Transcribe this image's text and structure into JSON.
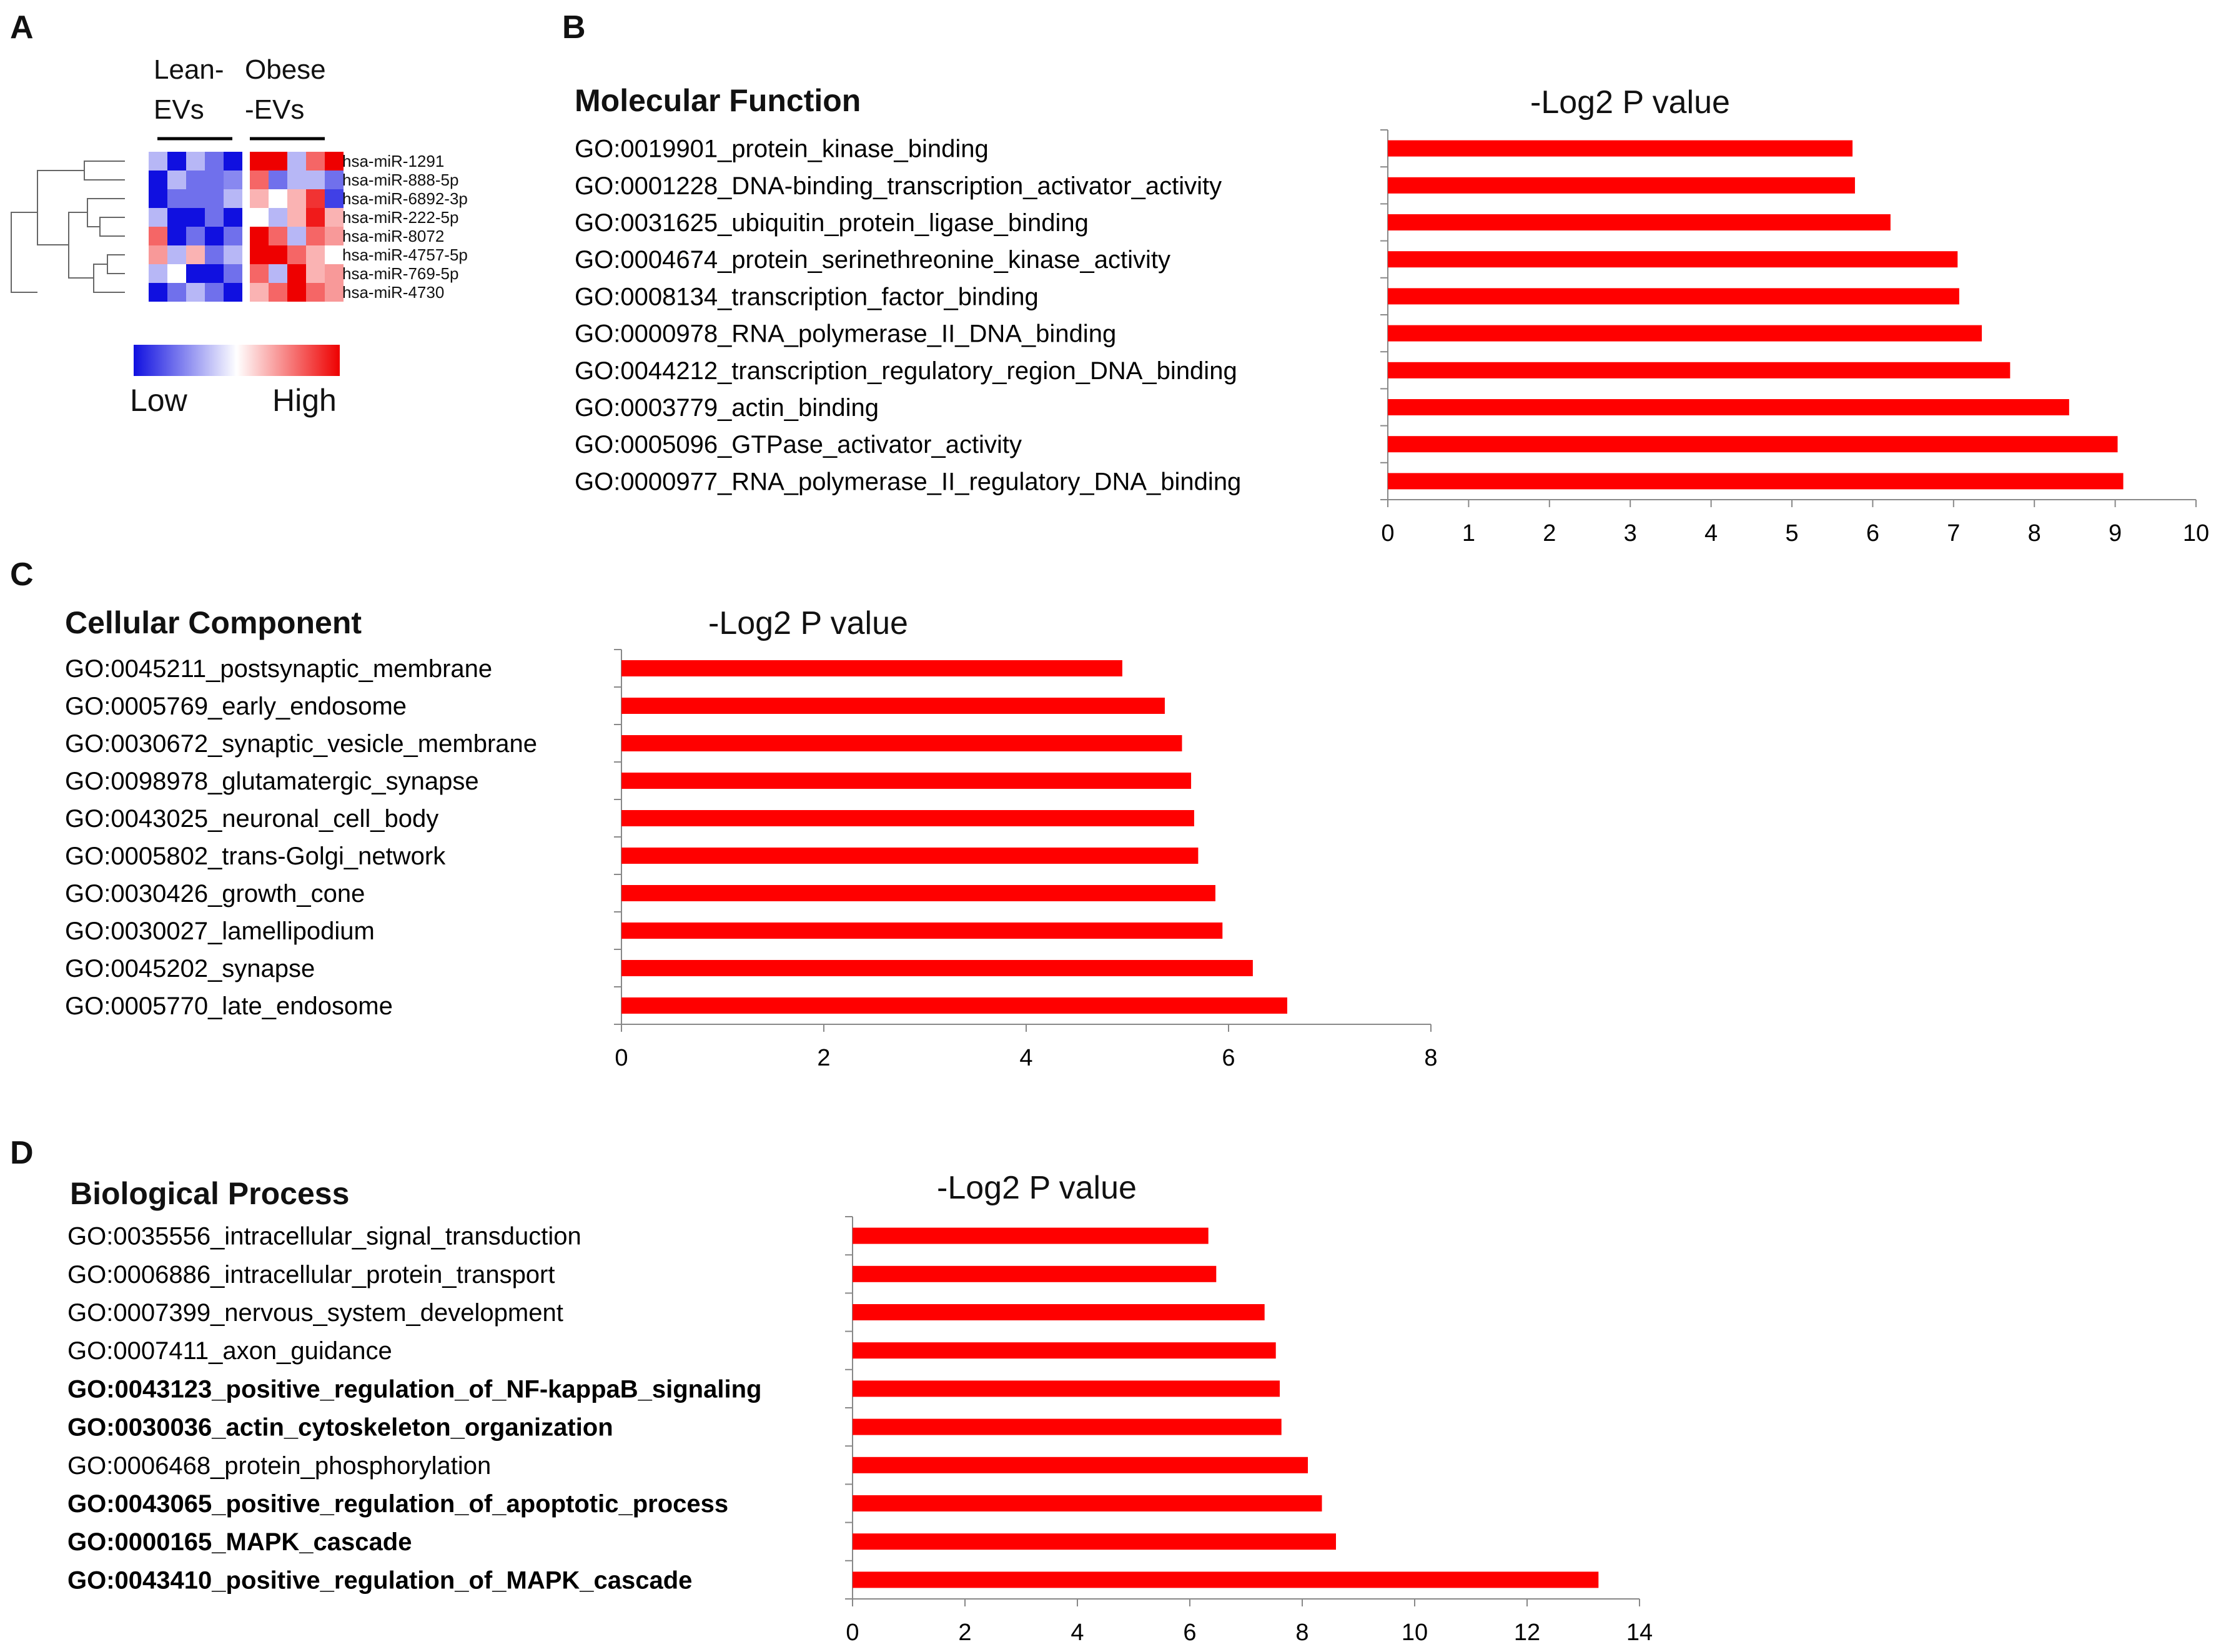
{
  "panels": {
    "A": {
      "letter": "A",
      "group_labels": [
        "Lean-\nEVs",
        "Obese\n-EVs"
      ],
      "mirnas": [
        "hsa-miR-1291",
        "hsa-miR-888-5p",
        "hsa-miR-6892-3p",
        "hsa-miR-222-5p",
        "hsa-miR-8072",
        "hsa-miR-4757-5p",
        "hsa-miR-769-5p",
        "hsa-miR-4730"
      ],
      "scale_low": "Low",
      "scale_high": "High",
      "colors": {
        "low": "#1010e0",
        "mid": "#ffffff",
        "high": "#ee0000"
      },
      "heatmap_levels": [
        [
          -0.3,
          -1,
          -0.3,
          -0.6,
          -1,
          1,
          1,
          -0.3,
          0.6,
          1
        ],
        [
          -1,
          -0.3,
          -0.6,
          -0.6,
          -0.5,
          0.6,
          -0.6,
          -0.3,
          -0.3,
          -0.6
        ],
        [
          -1,
          -0.6,
          -0.6,
          -0.6,
          -0.3,
          0.3,
          0,
          0.3,
          0.8,
          -0.8
        ],
        [
          -0.3,
          -1,
          -1,
          -0.6,
          -1,
          0,
          -0.3,
          0.3,
          0.9,
          0.3
        ],
        [
          0.6,
          -1,
          -0.6,
          -1,
          -0.6,
          1,
          0.6,
          -0.3,
          0.6,
          0.4
        ],
        [
          0.4,
          -0.3,
          0.3,
          -0.6,
          -0.3,
          1,
          1,
          0.6,
          0.3,
          0
        ],
        [
          -0.3,
          0,
          -1,
          -1,
          -0.6,
          0.6,
          -0.3,
          1,
          0.3,
          0.4
        ],
        [
          -1,
          -0.6,
          -0.3,
          -0.6,
          -1,
          0.3,
          0.6,
          1,
          0.6,
          0.4
        ]
      ]
    },
    "B": {
      "letter": "B"
    },
    "C": {
      "letter": "C"
    },
    "D": {
      "letter": "D"
    }
  },
  "chart_data": [
    {
      "type": "bar",
      "orientation": "horizontal",
      "title": "Molecular Function",
      "xlabel": "-Log2 P value",
      "xlim": [
        0,
        10
      ],
      "xticks": [
        0,
        1,
        2,
        3,
        4,
        5,
        6,
        7,
        8,
        9,
        10
      ],
      "bar_color": "#ff0000",
      "categories": [
        "GO:0019901_protein_kinase_binding",
        "GO:0001228_DNA-binding_transcription_activator_activity",
        "GO:0031625_ubiquitin_protein_ligase_binding",
        "GO:0004674_protein_serinethreonine_kinase_activity",
        "GO:0008134_transcription_factor_binding",
        "GO:0000978_RNA_polymerase_II_DNA_binding",
        "GO:0044212_transcription_regulatory_region_DNA_binding",
        "GO:0003779_actin_binding",
        "GO:0005096_GTPase_activator_activity",
        "GO:0000977_RNA_polymerase_II_regulatory_DNA_binding"
      ],
      "values": [
        5.75,
        5.78,
        6.22,
        7.05,
        7.07,
        7.35,
        7.7,
        8.43,
        9.03,
        9.1
      ],
      "bold": [
        false,
        false,
        false,
        false,
        false,
        false,
        false,
        false,
        false,
        false
      ]
    },
    {
      "type": "bar",
      "orientation": "horizontal",
      "title": "Cellular Component",
      "xlabel": "-Log2 P value",
      "xlim": [
        0,
        8
      ],
      "xticks": [
        0,
        2,
        4,
        6,
        8
      ],
      "bar_color": "#ff0000",
      "categories": [
        "GO:0045211_postsynaptic_membrane",
        "GO:0005769_early_endosome",
        "GO:0030672_synaptic_vesicle_membrane",
        "GO:0098978_glutamatergic_synapse",
        "GO:0043025_neuronal_cell_body",
        "GO:0005802_trans-Golgi_network",
        "GO:0030426_growth_cone",
        "GO:0030027_lamellipodium",
        "GO:0045202_synapse",
        "GO:0005770_late_endosome"
      ],
      "values": [
        4.95,
        5.37,
        5.54,
        5.63,
        5.66,
        5.7,
        5.87,
        5.94,
        6.24,
        6.58
      ],
      "bold": [
        false,
        false,
        false,
        false,
        false,
        false,
        false,
        false,
        false,
        false
      ]
    },
    {
      "type": "bar",
      "orientation": "horizontal",
      "title": "Biological Process",
      "xlabel": "-Log2 P value",
      "xlim": [
        0,
        14
      ],
      "xticks": [
        0,
        2,
        4,
        6,
        8,
        10,
        12,
        14
      ],
      "bar_color": "#ff0000",
      "categories": [
        "GO:0035556_intracellular_signal_transduction",
        "GO:0006886_intracellular_protein_transport",
        "GO:0007399_nervous_system_development",
        "GO:0007411_axon_guidance",
        "GO:0043123_positive_regulation_of_NF-kappaB_signaling",
        "GO:0030036_actin_cytoskeleton_organization",
        "GO:0006468_protein_phosphorylation",
        "GO:0043065_positive_regulation_of_apoptotic_process",
        "GO:0000165_MAPK_cascade",
        "GO:0043410_positive_regulation_of_MAPK_cascade"
      ],
      "values": [
        6.33,
        6.47,
        7.33,
        7.53,
        7.6,
        7.63,
        8.1,
        8.35,
        8.6,
        13.27
      ],
      "bold": [
        false,
        false,
        false,
        false,
        true,
        true,
        false,
        true,
        true,
        true
      ]
    }
  ]
}
